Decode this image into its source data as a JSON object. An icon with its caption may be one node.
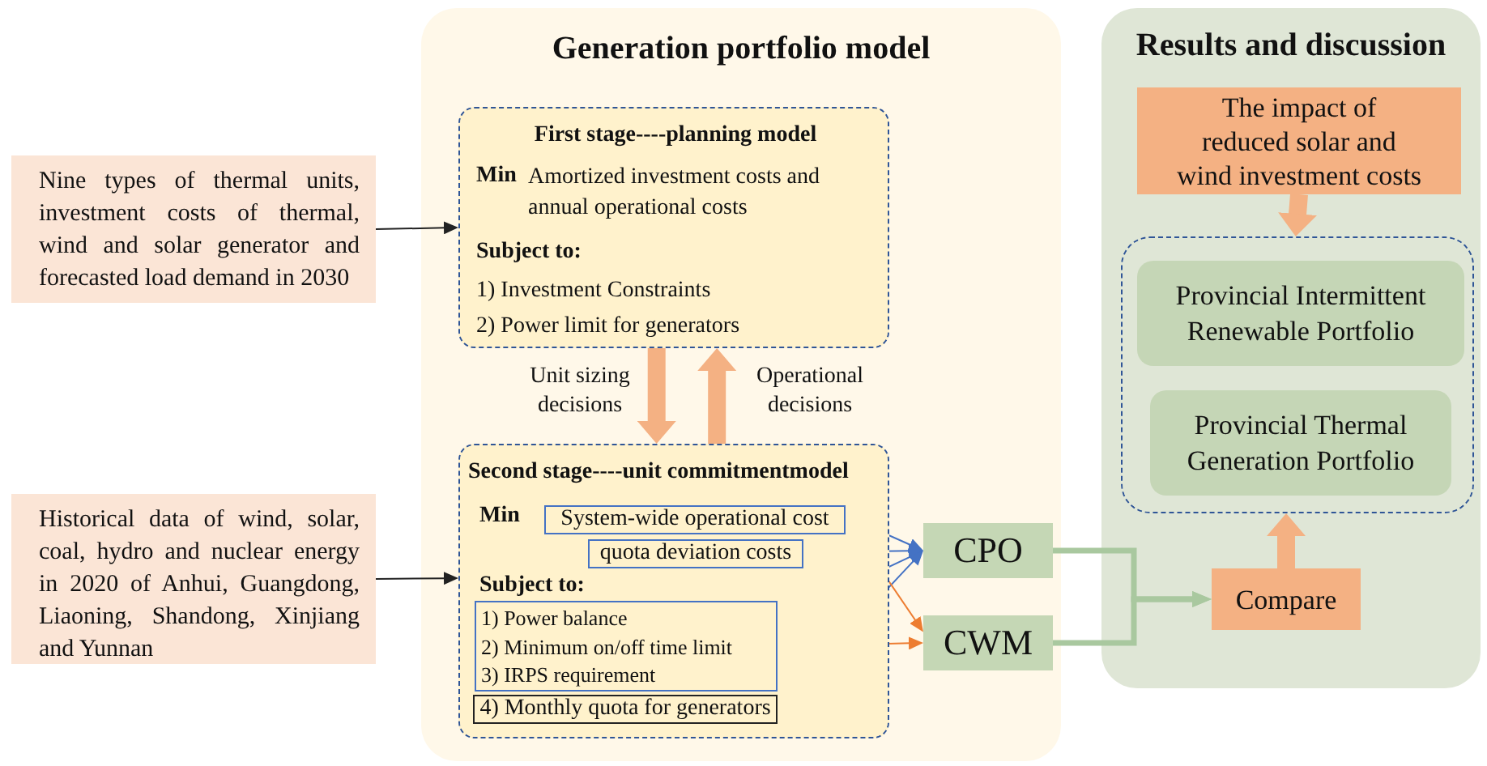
{
  "diagram": {
    "nodes": [
      {
        "text": [
          "Generation portfolio model"
        ]
      },
      {
        "text": [
          "First stage----planning model",
          "Min",
          "Amortized investment costs and annual operational costs",
          "Subject to:",
          "1) Investment Constraints",
          "2) Power limit for generators"
        ],
        "in": 0
      },
      {
        "text": [
          "Second stage----unit commitmentmodel",
          "Min",
          "Subject to:"
        ],
        "in": 0
      },
      {
        "text": [
          "System-wide operational cost"
        ],
        "in": 2
      },
      {
        "text": [
          "quota deviation costs"
        ],
        "in": 2
      },
      {
        "text": [
          "1) Power balance",
          "2) Minimum on/off time limit",
          "3) IRPS requirement"
        ],
        "in": 2
      },
      {
        "text": [
          "4) Monthly quota for generators"
        ],
        "in": 2
      },
      {
        "text": [
          "Nine types of thermal units, investment costs of thermal, wind and solar generator and forecasted load demand in 2030"
        ]
      },
      {
        "text": [
          "Historical data of wind, solar, coal, hydro and nuclear energy in 2020 of Anhui, Guangdong, Liaoning, Shandong, Xinjiang and Yunnan"
        ]
      },
      {
        "text": [
          "CPO"
        ],
        "in": 0
      },
      {
        "text": [
          "CWM"
        ],
        "in": 0
      },
      {
        "text": [
          "Results and discussion"
        ]
      },
      {
        "text": [
          "The impact of reduced solar and wind investment costs"
        ],
        "in": 11
      },
      {
        "text": [],
        "shape": "box",
        "in": 11
      },
      {
        "text": [
          "Provincial Intermittent Renewable Portfolio"
        ],
        "in": 13
      },
      {
        "text": [
          "Provincial Thermal Generation Portfolio"
        ],
        "in": 13
      },
      {
        "text": [
          "Compare"
        ],
        "in": 11
      }
    ],
    "edges": [
      {
        "from": 7,
        "to": 1,
        "arrow": "to",
        "color": "#222222"
      },
      {
        "from": 8,
        "to": 2,
        "arrow": "to",
        "color": "#222222"
      },
      {
        "from": 1,
        "to": 2,
        "arrow": "to",
        "label": "Unit sizing decisions",
        "style": "thick",
        "color": "#f4b183"
      },
      {
        "from": 2,
        "to": 1,
        "arrow": "to",
        "label": "Operational decisions",
        "style": "thick",
        "color": "#f4b183"
      },
      {
        "from": 3,
        "to": 9,
        "arrow": "to",
        "color": "#4472c4"
      },
      {
        "from": 4,
        "to": 9,
        "arrow": "to",
        "color": "#4472c4"
      },
      {
        "from": 5,
        "to": 9,
        "arrow": "to",
        "color": "#4472c4"
      },
      {
        "from": 6,
        "to": 9,
        "arrow": "to",
        "color": "#4472c4"
      },
      {
        "from": 3,
        "to": 10,
        "arrow": "to",
        "color": "#ed7d31"
      },
      {
        "from": 5,
        "to": 10,
        "arrow": "to",
        "color": "#ed7d31"
      },
      {
        "from": 9,
        "to": 16,
        "arrow": "to",
        "style": "thick",
        "color": "#a9c89f"
      },
      {
        "from": 10,
        "to": 16,
        "arrow": "to",
        "style": "thick",
        "color": "#a9c89f"
      },
      {
        "from": 12,
        "to": 13,
        "arrow": "to",
        "style": "thick",
        "color": "#f4b183"
      },
      {
        "from": 16,
        "to": 13,
        "arrow": "to",
        "style": "thick",
        "color": "#f4b183"
      }
    ]
  }
}
